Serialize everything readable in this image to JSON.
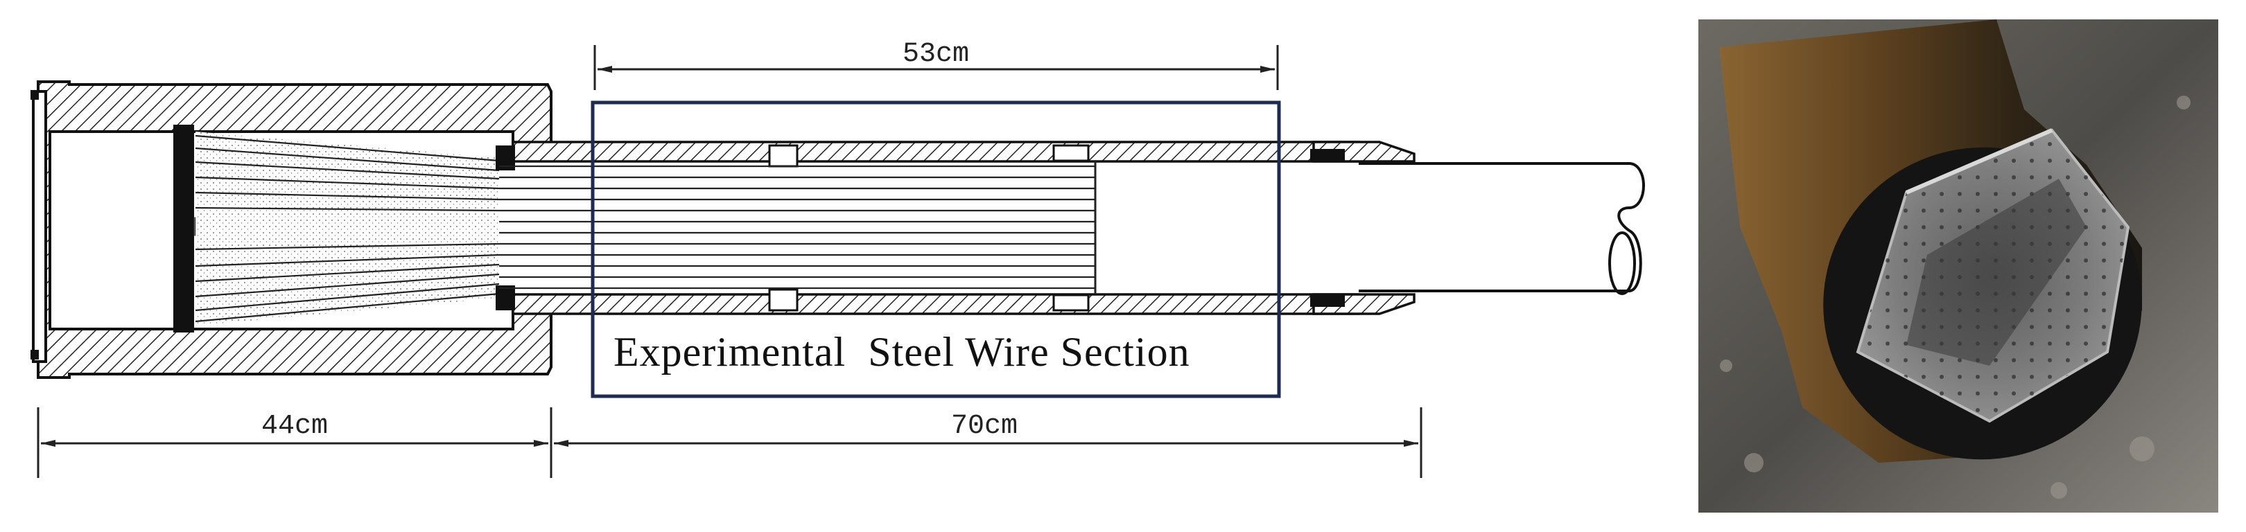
{
  "diagram": {
    "dimensions": {
      "top": "53cm",
      "bottom_left": "44cm",
      "bottom_right": "70cm"
    },
    "section_label": "Experimental  Steel Wire Section",
    "section_box_color": "#1f2a52",
    "line_color": "#111111"
  },
  "photo": {
    "subject": "cable-end-cross-section-photo"
  }
}
